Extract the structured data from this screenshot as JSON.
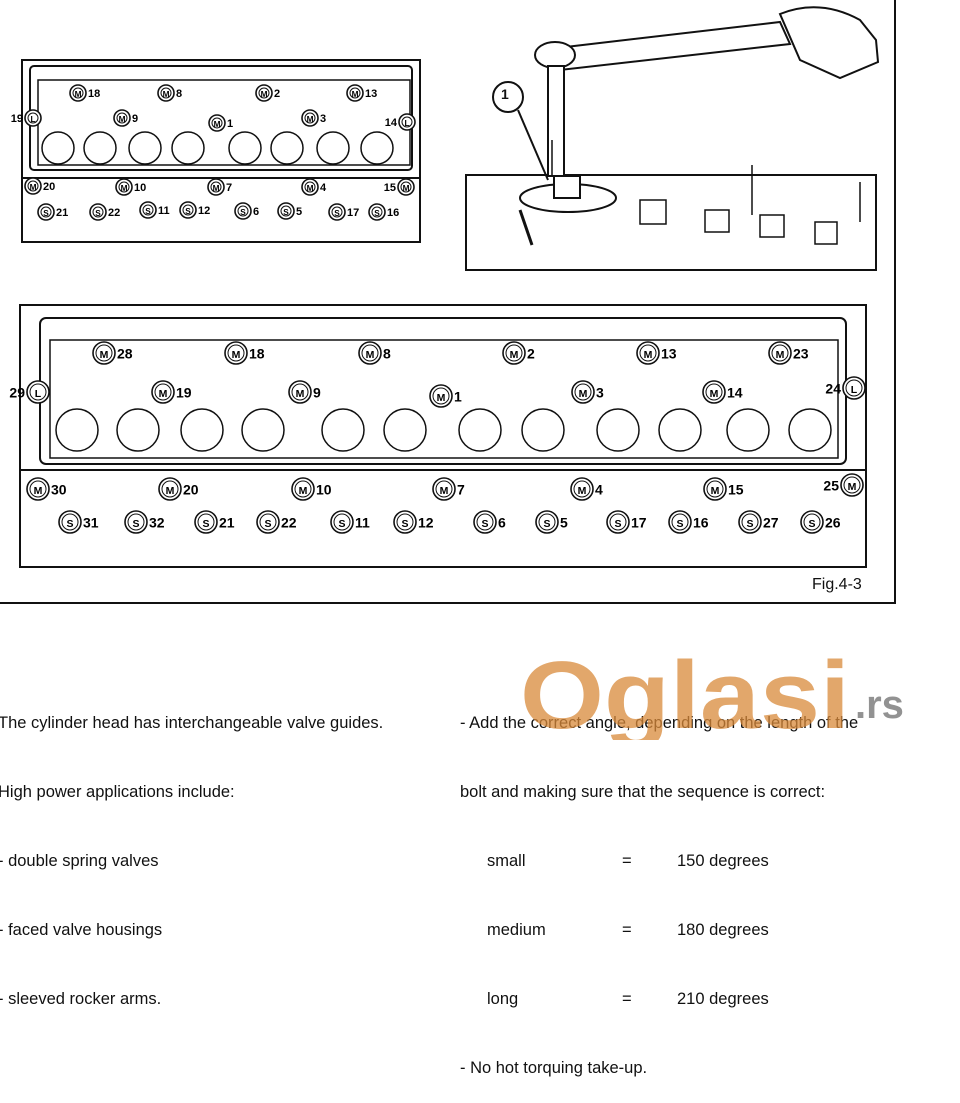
{
  "figure": {
    "label": "Fig.4-3",
    "callout": "1",
    "small_head_bolts": [
      {
        "n": "18",
        "t": "M"
      },
      {
        "n": "8",
        "t": "M"
      },
      {
        "n": "2",
        "t": "M"
      },
      {
        "n": "13",
        "t": "M"
      },
      {
        "n": "9",
        "t": "M"
      },
      {
        "n": "1",
        "t": "M"
      },
      {
        "n": "3",
        "t": "M"
      },
      {
        "n": "19",
        "t": "L"
      },
      {
        "n": "14",
        "t": "L"
      },
      {
        "n": "20",
        "t": "M"
      },
      {
        "n": "10",
        "t": "M"
      },
      {
        "n": "7",
        "t": "M"
      },
      {
        "n": "4",
        "t": "M"
      },
      {
        "n": "15",
        "t": "M"
      },
      {
        "n": "21",
        "t": "S"
      },
      {
        "n": "22",
        "t": "S"
      },
      {
        "n": "11",
        "t": "S"
      },
      {
        "n": "12",
        "t": "S"
      },
      {
        "n": "6",
        "t": "S"
      },
      {
        "n": "5",
        "t": "S"
      },
      {
        "n": "17",
        "t": "S"
      },
      {
        "n": "16",
        "t": "S"
      }
    ],
    "large_head_bolts": [
      {
        "n": "28",
        "t": "M"
      },
      {
        "n": "18",
        "t": "M"
      },
      {
        "n": "8",
        "t": "M"
      },
      {
        "n": "2",
        "t": "M"
      },
      {
        "n": "13",
        "t": "M"
      },
      {
        "n": "23",
        "t": "M"
      },
      {
        "n": "29",
        "t": "L"
      },
      {
        "n": "19",
        "t": "M"
      },
      {
        "n": "9",
        "t": "M"
      },
      {
        "n": "1",
        "t": "M"
      },
      {
        "n": "3",
        "t": "M"
      },
      {
        "n": "14",
        "t": "M"
      },
      {
        "n": "24",
        "t": "L"
      },
      {
        "n": "30",
        "t": "M"
      },
      {
        "n": "20",
        "t": "M"
      },
      {
        "n": "10",
        "t": "M"
      },
      {
        "n": "7",
        "t": "M"
      },
      {
        "n": "4",
        "t": "M"
      },
      {
        "n": "15",
        "t": "M"
      },
      {
        "n": "25",
        "t": "M"
      },
      {
        "n": "31",
        "t": "S"
      },
      {
        "n": "32",
        "t": "S"
      },
      {
        "n": "21",
        "t": "S"
      },
      {
        "n": "22",
        "t": "S"
      },
      {
        "n": "11",
        "t": "S"
      },
      {
        "n": "12",
        "t": "S"
      },
      {
        "n": "6",
        "t": "S"
      },
      {
        "n": "5",
        "t": "S"
      },
      {
        "n": "17",
        "t": "S"
      },
      {
        "n": "16",
        "t": "S"
      },
      {
        "n": "27",
        "t": "S"
      },
      {
        "n": "26",
        "t": "S"
      }
    ]
  },
  "text_left": {
    "line1": "The cylinder head has interchangeable valve guides.",
    "line2": "High power applications include:",
    "line3": "- double spring valves",
    "line4": "- faced valve housings",
    "line5": "- sleeved rocker arms."
  },
  "text_right": {
    "line1": "- Add the correct angle, depending on the length of the",
    "line2": "bolt and making sure that the sequence is correct:",
    "angles": [
      {
        "size": "small",
        "eq": "=",
        "value": "150 degrees"
      },
      {
        "size": "medium",
        "eq": "=",
        "value": "180 degrees"
      },
      {
        "size": "long",
        "eq": "=",
        "value": "210 degrees"
      }
    ],
    "line_last": "- No hot torquing take-up."
  },
  "watermark": {
    "brand": "Oglasi",
    "domain": ".rs",
    "color": "#d98a3a"
  }
}
